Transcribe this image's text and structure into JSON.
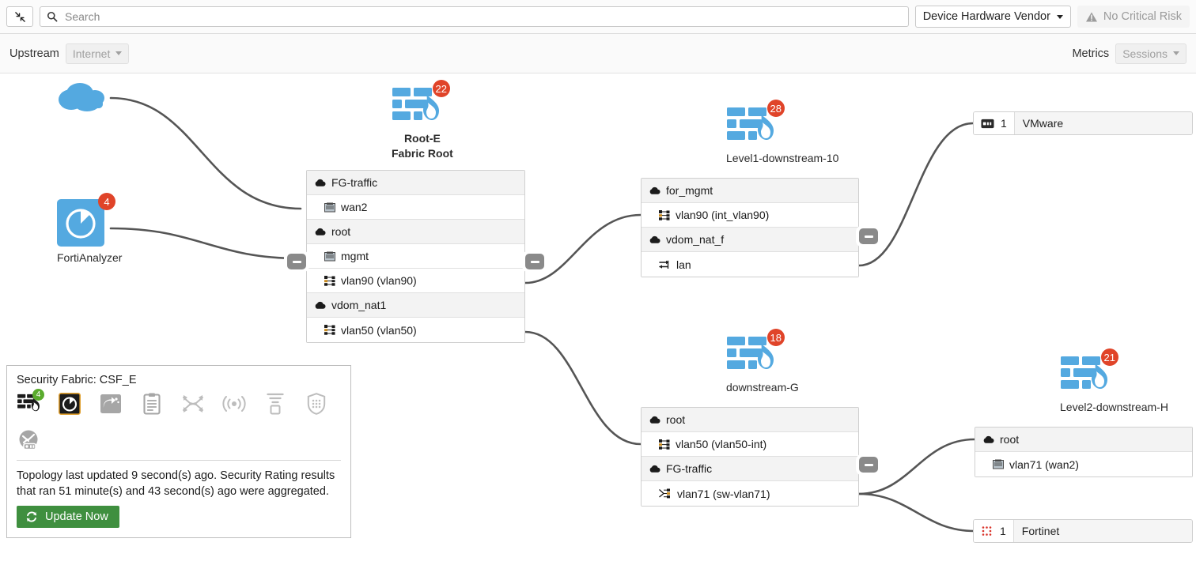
{
  "toolbar": {
    "collapse_icon": "collapse-arrows-icon",
    "search": {
      "placeholder": "Search",
      "value": "",
      "icon": "search-icon"
    },
    "vendor_filter": {
      "label": "Device Hardware Vendor",
      "icon": "chevron-down-icon"
    },
    "risk_status": {
      "label": "No Critical Risk",
      "icon": "warning-triangle-icon"
    }
  },
  "subbar": {
    "upstream_label": "Upstream",
    "upstream_value": "Internet",
    "metrics_label": "Metrics",
    "metrics_value": "Sessions"
  },
  "colors": {
    "device_blue": "#54a9e0",
    "badge_red": "#e04429",
    "badge_green": "#5aab2d",
    "wire": "#555555",
    "update_green": "#3f8f3f",
    "fortinet_red": "#d9342b"
  },
  "nodes": {
    "internet": {
      "label": "",
      "icon": "cloud-icon"
    },
    "fortianalyzer": {
      "label": "FortiAnalyzer",
      "badge": "4",
      "icon": "fortianalyzer-icon"
    },
    "root_e": {
      "label": "Root-E",
      "sublabel": "Fabric Root",
      "badge": "22",
      "icon": "fortigate-icon"
    },
    "level1": {
      "label": "Level1-downstream-10",
      "badge": "28",
      "icon": "fortigate-icon"
    },
    "downstream_g": {
      "label": "downstream-G",
      "badge": "18",
      "icon": "fortigate-icon"
    },
    "level2": {
      "label": "Level2-downstream-H",
      "badge": "21",
      "icon": "fortigate-icon"
    }
  },
  "tables": {
    "root_e": [
      {
        "type": "vdom",
        "name": "FG-traffic",
        "icon": "vdom-cloud-icon"
      },
      {
        "type": "iface",
        "name": "wan2",
        "icon": "physical-port-icon"
      },
      {
        "type": "vdom",
        "name": "root",
        "icon": "vdom-cloud-icon"
      },
      {
        "type": "iface",
        "name": "mgmt",
        "icon": "physical-port-icon"
      },
      {
        "type": "iface",
        "name": "vlan90 (vlan90)",
        "icon": "vlan-icon"
      },
      {
        "type": "vdom",
        "name": "vdom_nat1",
        "icon": "vdom-cloud-icon"
      },
      {
        "type": "iface",
        "name": "vlan50 (vlan50)",
        "icon": "vlan-icon"
      }
    ],
    "level1": [
      {
        "type": "vdom",
        "name": "for_mgmt",
        "icon": "vdom-cloud-icon"
      },
      {
        "type": "iface",
        "name": "vlan90 (int_vlan90)",
        "icon": "vlan-icon"
      },
      {
        "type": "vdom",
        "name": "vdom_nat_f",
        "icon": "vdom-cloud-icon"
      },
      {
        "type": "iface",
        "name": "lan",
        "icon": "aggregate-icon"
      }
    ],
    "downstream_g": [
      {
        "type": "vdom",
        "name": "root",
        "icon": "vdom-cloud-icon"
      },
      {
        "type": "iface",
        "name": "vlan50 (vlan50-int)",
        "icon": "vlan-icon"
      },
      {
        "type": "vdom",
        "name": "FG-traffic",
        "icon": "vdom-cloud-icon"
      },
      {
        "type": "iface",
        "name": "vlan71 (sw-vlan71)",
        "icon": "switch-vlan-icon"
      }
    ],
    "level2": [
      {
        "type": "vdom",
        "name": "root",
        "icon": "vdom-cloud-icon"
      },
      {
        "type": "iface",
        "name": "vlan71 (wan2)",
        "icon": "physical-port-icon"
      }
    ]
  },
  "endpoints": {
    "vmware": {
      "count": "1",
      "name": "VMware",
      "icon": "device-server-icon"
    },
    "fortinet": {
      "count": "1",
      "name": "Fortinet",
      "icon": "fortinet-dots-icon"
    }
  },
  "legend": {
    "title": "Security Fabric: CSF_E",
    "icons": [
      {
        "name": "fortigate-icon",
        "badge": "4",
        "state": "active"
      },
      {
        "name": "fortianalyzer-icon",
        "state": "selected"
      },
      {
        "name": "fortisandbox-icon",
        "state": "muted"
      },
      {
        "name": "fortimanager-icon",
        "state": "muted"
      },
      {
        "name": "fortiswitch-icon",
        "state": "dim"
      },
      {
        "name": "fortiap-icon",
        "state": "dim"
      },
      {
        "name": "fortiextender-icon",
        "state": "dim"
      },
      {
        "name": "fortiguard-shield-icon",
        "state": "dim"
      },
      {
        "name": "fortimail-icon",
        "state": "muted"
      }
    ],
    "status_text": "Topology last updated 9 second(s) ago. Security Rating results that ran 51 minute(s) and 43 second(s) ago were aggregated.",
    "update_button": "Update Now",
    "update_icon": "refresh-icon"
  },
  "toggles": [
    {
      "name": "collapse-toggle-root-e-left"
    },
    {
      "name": "collapse-toggle-root-e-right"
    },
    {
      "name": "collapse-toggle-level1"
    },
    {
      "name": "collapse-toggle-downstream-g"
    }
  ]
}
